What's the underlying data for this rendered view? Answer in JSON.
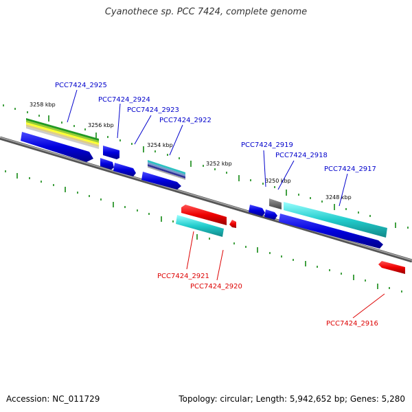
{
  "title": "Cyanothece sp. PCC 7424, complete genome",
  "footer": {
    "accession": "Accession: NC_011729",
    "summary": "Topology: circular; Length: 5,942,652 bp; Genes: 5,280"
  },
  "colors": {
    "forward_label": "#0000cc",
    "reverse_label": "#dd0000",
    "cds_blue": "#0000dd",
    "cds_cyan": "#22cccc",
    "cds_red": "#ee0000",
    "cds_gray": "#666666",
    "backbone": "#777777",
    "tick": "#118811"
  },
  "scale_ticks": [
    "3258 kbp",
    "3256 kbp",
    "3254 kbp",
    "3252 kbp",
    "3250 kbp",
    "3248 kbp"
  ],
  "genes_forward": [
    "PCC7424_2925",
    "PCC7424_2924",
    "PCC7424_2923",
    "PCC7424_2922",
    "PCC7424_2919",
    "PCC7424_2918",
    "PCC7424_2917"
  ],
  "genes_reverse": [
    "PCC7424_2921",
    "PCC7424_2920",
    "PCC7424_2916"
  ]
}
